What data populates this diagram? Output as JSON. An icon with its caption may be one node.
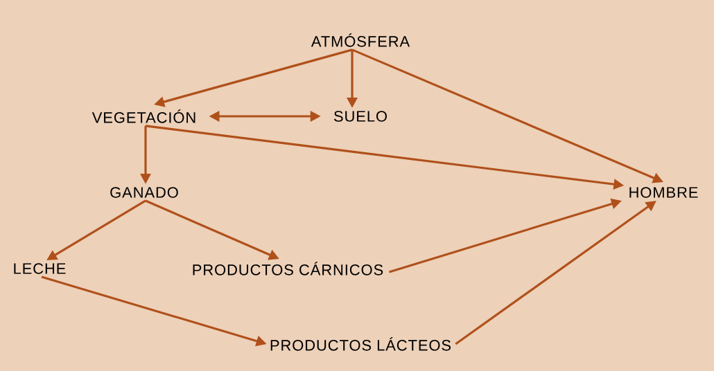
{
  "diagram": {
    "nodes": [
      {
        "text": [
          "ATMÓSFERA"
        ]
      },
      {
        "text": [
          "VEGETACIÓN"
        ]
      },
      {
        "text": [
          "SUELO"
        ]
      },
      {
        "text": [
          "GANADO"
        ]
      },
      {
        "text": [
          "HOMBRE"
        ]
      },
      {
        "text": [
          "LECHE"
        ]
      },
      {
        "text": [
          "PRODUCTOS CÁRNICOS"
        ]
      },
      {
        "text": [
          "PRODUCTOS LÁCTEOS"
        ]
      }
    ],
    "edges": [
      {
        "from": 0,
        "to": 1,
        "arrow": "to"
      },
      {
        "from": 0,
        "to": 2,
        "arrow": "to"
      },
      {
        "from": 0,
        "to": 4,
        "arrow": "to"
      },
      {
        "from": 1,
        "to": 2,
        "arrow": "both"
      },
      {
        "from": 1,
        "to": 3,
        "arrow": "to"
      },
      {
        "from": 1,
        "to": 4,
        "arrow": "to"
      },
      {
        "from": 3,
        "to": 5,
        "arrow": "to"
      },
      {
        "from": 3,
        "to": 6,
        "arrow": "to"
      },
      {
        "from": 6,
        "to": 4,
        "arrow": "to"
      },
      {
        "from": 5,
        "to": 7,
        "arrow": "to"
      },
      {
        "from": 7,
        "to": 4,
        "arrow": "to"
      }
    ]
  }
}
